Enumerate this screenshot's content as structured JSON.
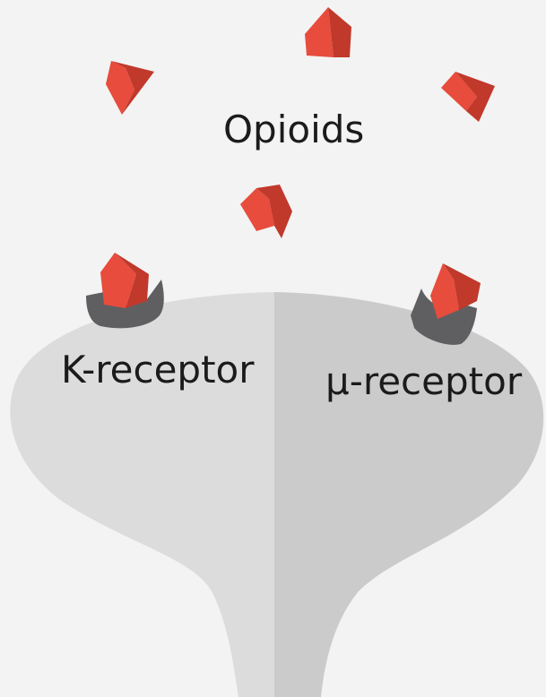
{
  "labels": {
    "opioids": "Opioids",
    "kappa_receptor": "K-receptor",
    "mu_receptor": "μ-receptor"
  },
  "colors": {
    "background": "#f3f3f3",
    "neuron_left": "#dcdcdc",
    "neuron_right": "#cbcbcb",
    "receptor": "#5f5f61",
    "opioid_light": "#e74c3c",
    "opioid_dark": "#c0392b",
    "text": "#1b1b1b"
  },
  "icons": {
    "opioid": "opioid-molecule-icon",
    "receptor": "receptor-site-icon"
  }
}
